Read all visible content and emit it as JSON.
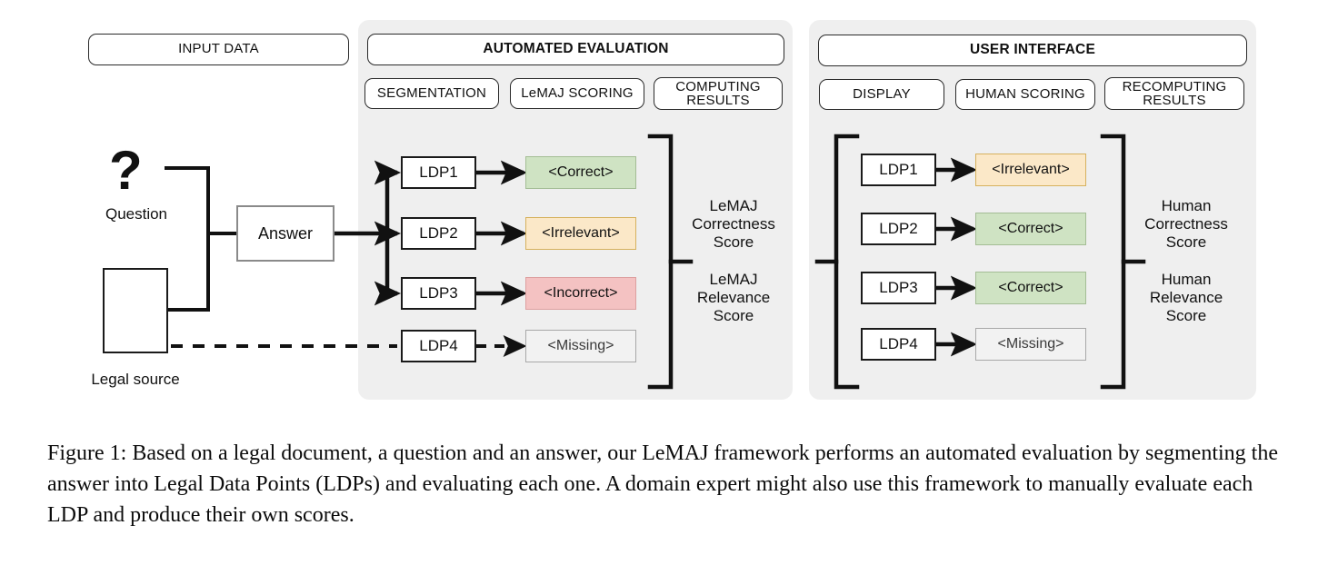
{
  "headers": {
    "input_data": "INPUT DATA",
    "automated_evaluation": "AUTOMATED EVALUATION",
    "user_interface": "USER INTERFACE",
    "segmentation": "SEGMENTATION",
    "lemaj_scoring": "LeMAJ SCORING",
    "computing_results": "COMPUTING RESULTS",
    "display": "DISPLAY",
    "human_scoring": "HUMAN SCORING",
    "recomputing_results": "RECOMPUTING RESULTS"
  },
  "input": {
    "question_glyph": "?",
    "question_label": "Question",
    "legal_source_label": "Legal source",
    "answer_label": "Answer"
  },
  "automated": {
    "ldps": [
      {
        "name": "LDP1",
        "verdict": "<Correct>",
        "status": "correct",
        "dashed": false
      },
      {
        "name": "LDP2",
        "verdict": "<Irrelevant>",
        "status": "irrelevant",
        "dashed": false
      },
      {
        "name": "LDP3",
        "verdict": "<Incorrect>",
        "status": "incorrect",
        "dashed": false
      },
      {
        "name": "LDP4",
        "verdict": "<Missing>",
        "status": "missing",
        "dashed": true
      }
    ],
    "score_top": "LeMAJ\nCorrectness\nScore",
    "score_bottom": "LeMAJ\nRelevance\nScore"
  },
  "user_interface": {
    "ldps": [
      {
        "name": "LDP1",
        "verdict": "<Irrelevant>",
        "status": "irrelevant",
        "dashed": false
      },
      {
        "name": "LDP2",
        "verdict": "<Correct>",
        "status": "correct",
        "dashed": false
      },
      {
        "name": "LDP3",
        "verdict": "<Correct>",
        "status": "correct",
        "dashed": false
      },
      {
        "name": "LDP4",
        "verdict": "<Missing>",
        "status": "missing",
        "dashed": false
      }
    ],
    "score_top": "Human\nCorrectness\nScore",
    "score_bottom": "Human\nRelevance\nScore"
  },
  "caption": "Figure 1: Based on a legal document, a question and an answer, our LeMAJ framework performs an automated evaluation by segmenting the answer into Legal Data Points (LDPs) and evaluating each one.  A domain expert might also use this framework to manually evaluate each LDP and produce their own scores.",
  "colors": {
    "panel_background": "#efefef",
    "correct": "#cfe3c3",
    "irrelevant": "#fbe8c8",
    "incorrect": "#f4c2c2",
    "missing": "#f2f2f2",
    "stroke": "#1a1a1a"
  }
}
